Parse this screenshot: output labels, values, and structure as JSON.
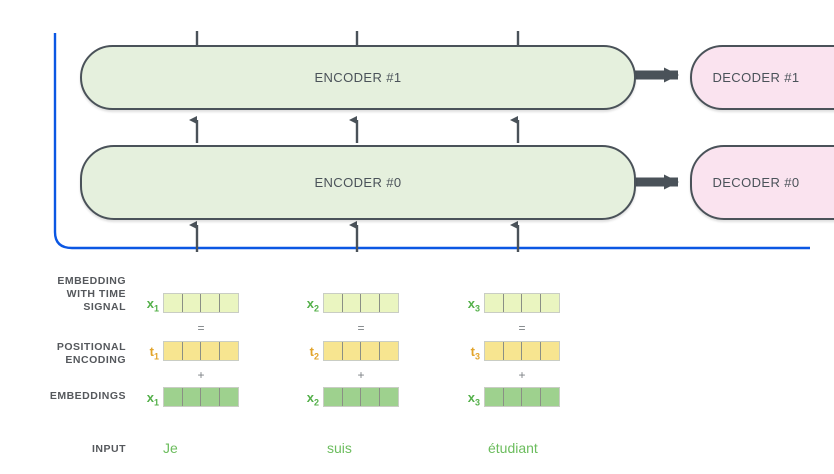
{
  "diagram": {
    "title": "transformer-encoder-decoder-positional-encoding",
    "background": "#ffffff"
  },
  "colors": {
    "encoder_fill": "#e5f0dd",
    "decoder_fill": "#fae3ef",
    "block_stroke": "#4a5259",
    "residual_line": "#0b57e3",
    "arrow": "#4a5259",
    "embedding_cell": "#9ed18e",
    "positional_cell": "#f7e590",
    "sum_cell": "#eaf5c0",
    "word_text": "#6cbd5e",
    "label_text": "#55585c",
    "x_label": "#54b04a",
    "t_label": "#e2a42b"
  },
  "encoders": [
    {
      "name": "encoder-1",
      "label": "ENCODER #1"
    },
    {
      "name": "encoder-0",
      "label": "ENCODER #0"
    }
  ],
  "decoders": [
    {
      "name": "decoder-1",
      "label": "DECODER #1"
    },
    {
      "name": "decoder-0",
      "label": "DECODER #0"
    }
  ],
  "rows": {
    "sum": {
      "label": "EMBEDDING\nWITH TIME\nSIGNAL",
      "label_lines": [
        "EMBEDDING",
        "WITH TIME",
        "SIGNAL"
      ],
      "cell_color": "#eaf5c0",
      "vectors": [
        {
          "symbol": "x",
          "subscript": "1"
        },
        {
          "symbol": "x",
          "subscript": "2"
        },
        {
          "symbol": "x",
          "subscript": "3"
        }
      ]
    },
    "positional": {
      "label_lines": [
        "POSITIONAL",
        "ENCODING"
      ],
      "cell_color": "#f7e590",
      "vectors": [
        {
          "symbol": "t",
          "subscript": "1"
        },
        {
          "symbol": "t",
          "subscript": "2"
        },
        {
          "symbol": "t",
          "subscript": "3"
        }
      ]
    },
    "embeddings": {
      "label_lines": [
        "EMBEDDINGS"
      ],
      "cell_color": "#9ed18e",
      "vectors": [
        {
          "symbol": "x",
          "subscript": "1"
        },
        {
          "symbol": "x",
          "subscript": "2"
        },
        {
          "symbol": "x",
          "subscript": "3"
        }
      ]
    }
  },
  "operators": {
    "equals": "=",
    "plus": "+"
  },
  "input": {
    "label": "INPUT",
    "words": [
      "Je",
      "suis",
      "étudiant"
    ]
  },
  "cells_per_vector": 4
}
